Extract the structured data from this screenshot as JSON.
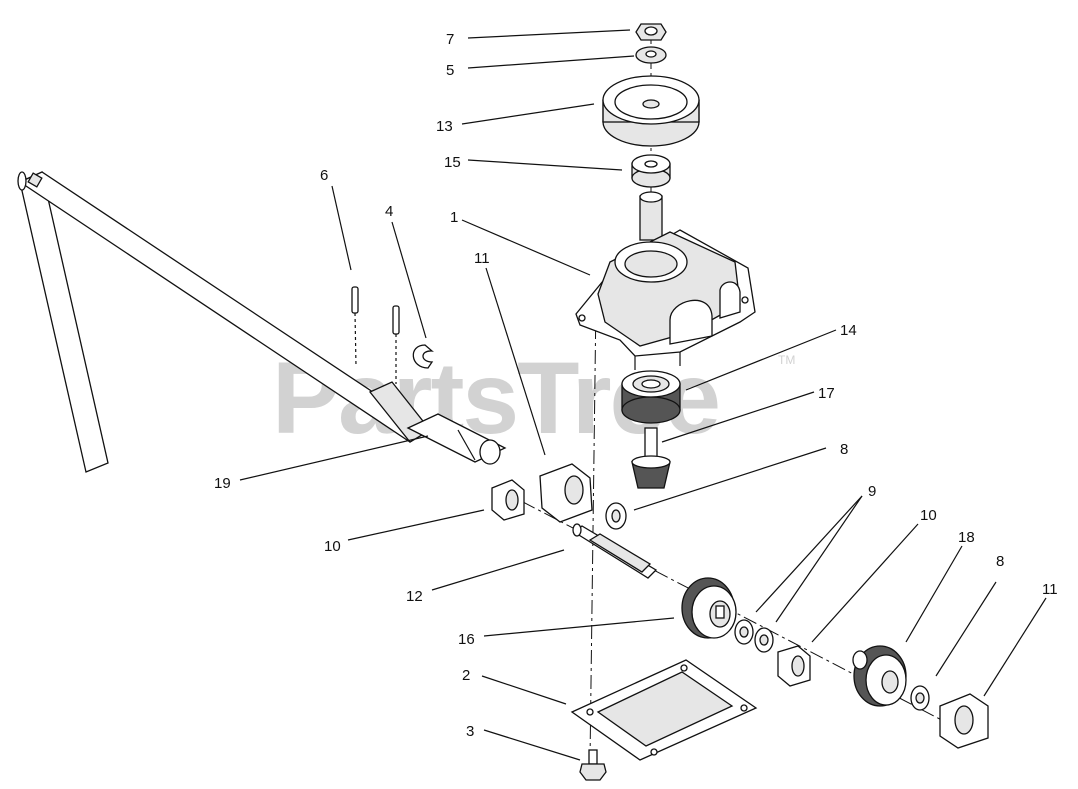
{
  "watermark": {
    "text": "PartsTree",
    "trademark": "TM"
  },
  "callouts": [
    {
      "id": "c7",
      "label": "7"
    },
    {
      "id": "c5",
      "label": "5"
    },
    {
      "id": "c13",
      "label": "13"
    },
    {
      "id": "c15",
      "label": "15"
    },
    {
      "id": "c6",
      "label": "6"
    },
    {
      "id": "c4",
      "label": "4"
    },
    {
      "id": "c1",
      "label": "1"
    },
    {
      "id": "c11a",
      "label": "11"
    },
    {
      "id": "c14",
      "label": "14"
    },
    {
      "id": "c17",
      "label": "17"
    },
    {
      "id": "c19",
      "label": "19"
    },
    {
      "id": "c8a",
      "label": "8"
    },
    {
      "id": "c9",
      "label": "9"
    },
    {
      "id": "c10a",
      "label": "10"
    },
    {
      "id": "c10b",
      "label": "10"
    },
    {
      "id": "c18",
      "label": "18"
    },
    {
      "id": "c8b",
      "label": "8"
    },
    {
      "id": "c11b",
      "label": "11"
    },
    {
      "id": "c12",
      "label": "12"
    },
    {
      "id": "c16",
      "label": "16"
    },
    {
      "id": "c2",
      "label": "2"
    },
    {
      "id": "c3",
      "label": "3"
    }
  ]
}
